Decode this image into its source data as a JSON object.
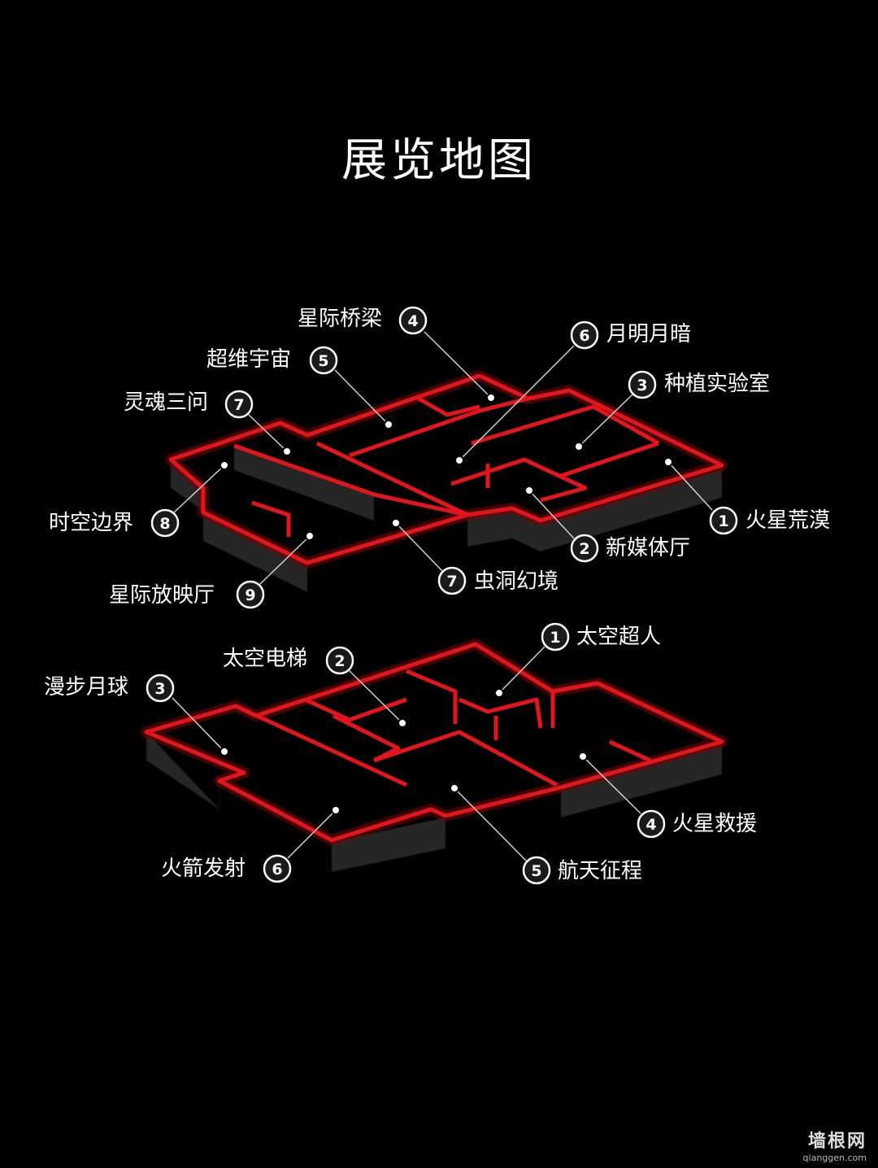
{
  "title": "展览地图",
  "colors": {
    "background": "#000000",
    "wall_top": "#e3151c",
    "wall_face": "#262626",
    "label": "#ffffff"
  },
  "upper_floor": {
    "labels": [
      {
        "num": "4",
        "name": "星际桥梁"
      },
      {
        "num": "6",
        "name": "月明月暗"
      },
      {
        "num": "5",
        "name": "超维宇宙"
      },
      {
        "num": "3",
        "name": "种植实验室"
      },
      {
        "num": "7",
        "name": "灵魂三问"
      },
      {
        "num": "1",
        "name": "火星荒漠"
      },
      {
        "num": "8",
        "name": "时空边界"
      },
      {
        "num": "2",
        "name": "新媒体厅"
      },
      {
        "num": "9",
        "name": "星际放映厅"
      },
      {
        "num": "7",
        "name": "虫洞幻境"
      }
    ]
  },
  "lower_floor": {
    "labels": [
      {
        "num": "1",
        "name": "太空超人"
      },
      {
        "num": "2",
        "name": "太空电梯"
      },
      {
        "num": "3",
        "name": "漫步月球"
      },
      {
        "num": "4",
        "name": "火星救援"
      },
      {
        "num": "6",
        "name": "火箭发射"
      },
      {
        "num": "5",
        "name": "航天征程"
      }
    ]
  },
  "watermark": {
    "site_name": "墙根网",
    "url": "qianggen.com"
  }
}
